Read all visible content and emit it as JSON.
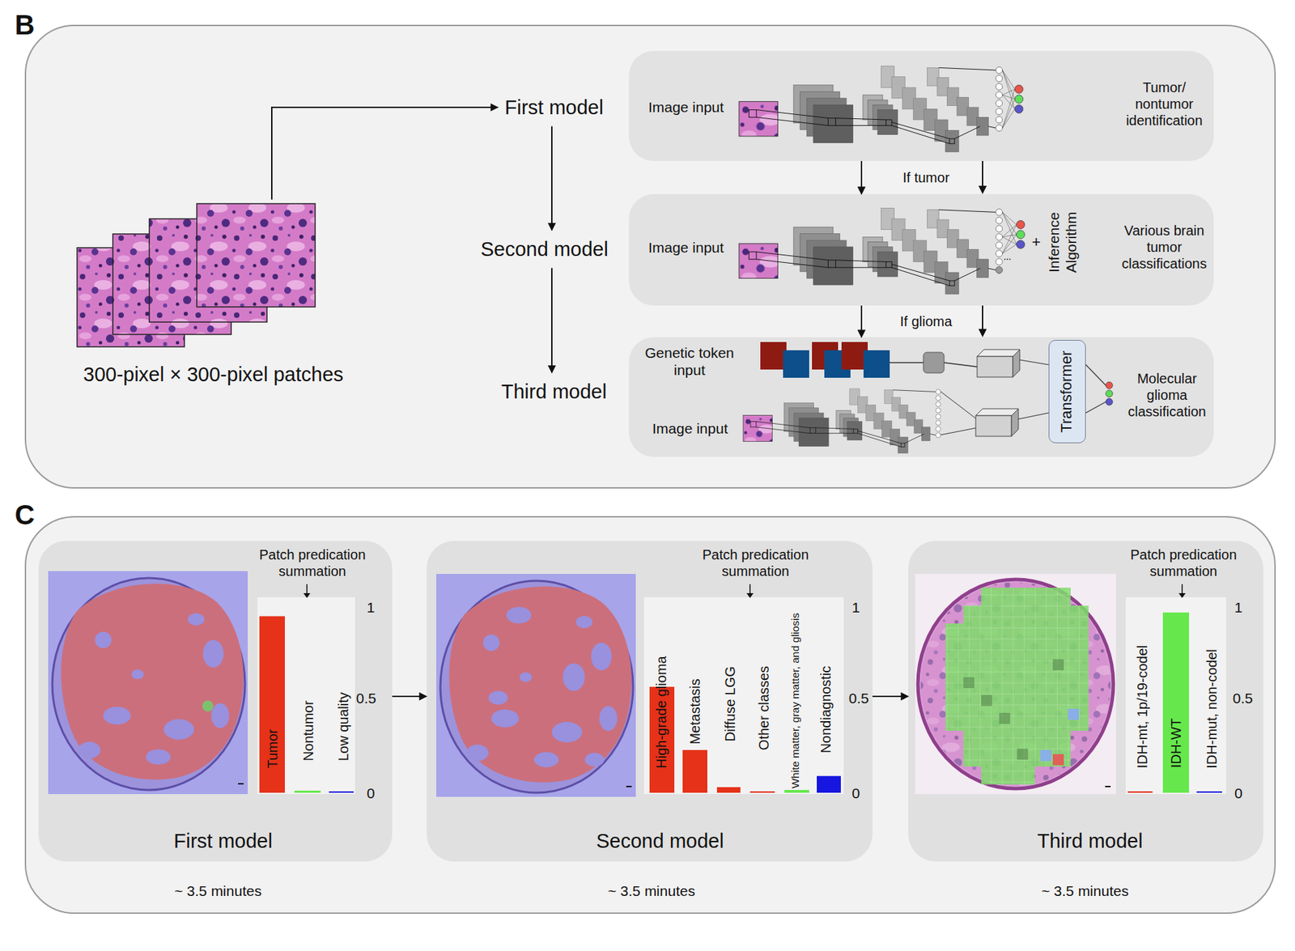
{
  "diagram": {
    "nodes": [
      {
        "text": [
          "B"
        ]
      },
      {
        "text": [
          "300-pixel × 300-pixel patches"
        ],
        "in": 0
      },
      {
        "text": [
          "First model"
        ],
        "in": 0
      },
      {
        "text": [
          "Second model"
        ],
        "in": 0
      },
      {
        "text": [
          "Third model"
        ],
        "in": 0
      },
      {
        "text": [
          "Image input",
          "Tumor/ nontumor identification"
        ],
        "in": 0
      },
      {
        "text": [
          "Image input",
          "Inference Algorithm",
          "Various brain tumor classifications"
        ],
        "in": 0
      },
      {
        "text": [
          "Genetic token input",
          "Image input",
          "Molecular glioma classification"
        ],
        "in": 0
      },
      {
        "text": [
          "Transformer"
        ],
        "in": 7
      },
      {
        "text": [
          "C"
        ]
      },
      {
        "text": [
          "First model"
        ],
        "in": 9
      },
      {
        "text": [
          "Second model"
        ],
        "in": 9
      },
      {
        "text": [
          "Third model"
        ],
        "in": 9
      }
    ],
    "edges": [
      {
        "from": 1,
        "to": 2,
        "arrow": "to"
      },
      {
        "from": 2,
        "to": 3,
        "arrow": "to"
      },
      {
        "from": 3,
        "to": 4,
        "arrow": "to"
      },
      {
        "from": 5,
        "to": 6,
        "label": "If tumor",
        "arrow": "to"
      },
      {
        "from": 6,
        "to": 7,
        "label": "If glioma",
        "arrow": "to"
      },
      {
        "from": 10,
        "to": 11,
        "arrow": "to"
      },
      {
        "from": 11,
        "to": 12,
        "arrow": "to"
      }
    ],
    "labels": [
      "+",
      "Patch predication summation",
      "Tumor",
      "Nontumor",
      "Low quality",
      "1",
      "0.5",
      "0",
      "Patch predication summation",
      "High-grade glioma",
      "Metastasis",
      "Diffuse LGG",
      "Other classes",
      "White matter, gray matter, and gliosis",
      "Nondiagnostic",
      "1",
      "0.5",
      "0",
      "Patch predication summation",
      "IDH-mt, 1p/19-codel",
      "IDH-WT",
      "IDH-mut, non-codel",
      "1",
      "0.5",
      "0",
      "~ 3.5 minutes",
      "~ 3.5 minutes",
      "~ 3.5 minutes"
    ]
  }
}
